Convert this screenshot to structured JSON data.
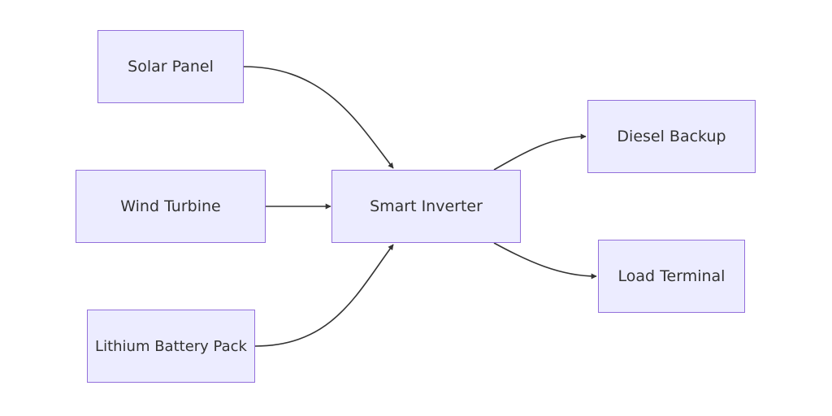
{
  "nodes": {
    "solar": "Solar Panel",
    "wind": "Wind Turbine",
    "battery": "Lithium Battery Pack",
    "inverter": "Smart Inverter",
    "diesel": "Diesel Backup",
    "load": "Load Terminal"
  },
  "edges": [
    {
      "from": "solar",
      "to": "inverter"
    },
    {
      "from": "wind",
      "to": "inverter"
    },
    {
      "from": "battery",
      "to": "inverter"
    },
    {
      "from": "inverter",
      "to": "diesel"
    },
    {
      "from": "inverter",
      "to": "load"
    }
  ],
  "colors": {
    "node_fill": "#ECECFF",
    "node_border": "#9370DB",
    "edge": "#333333",
    "text": "#333333"
  }
}
